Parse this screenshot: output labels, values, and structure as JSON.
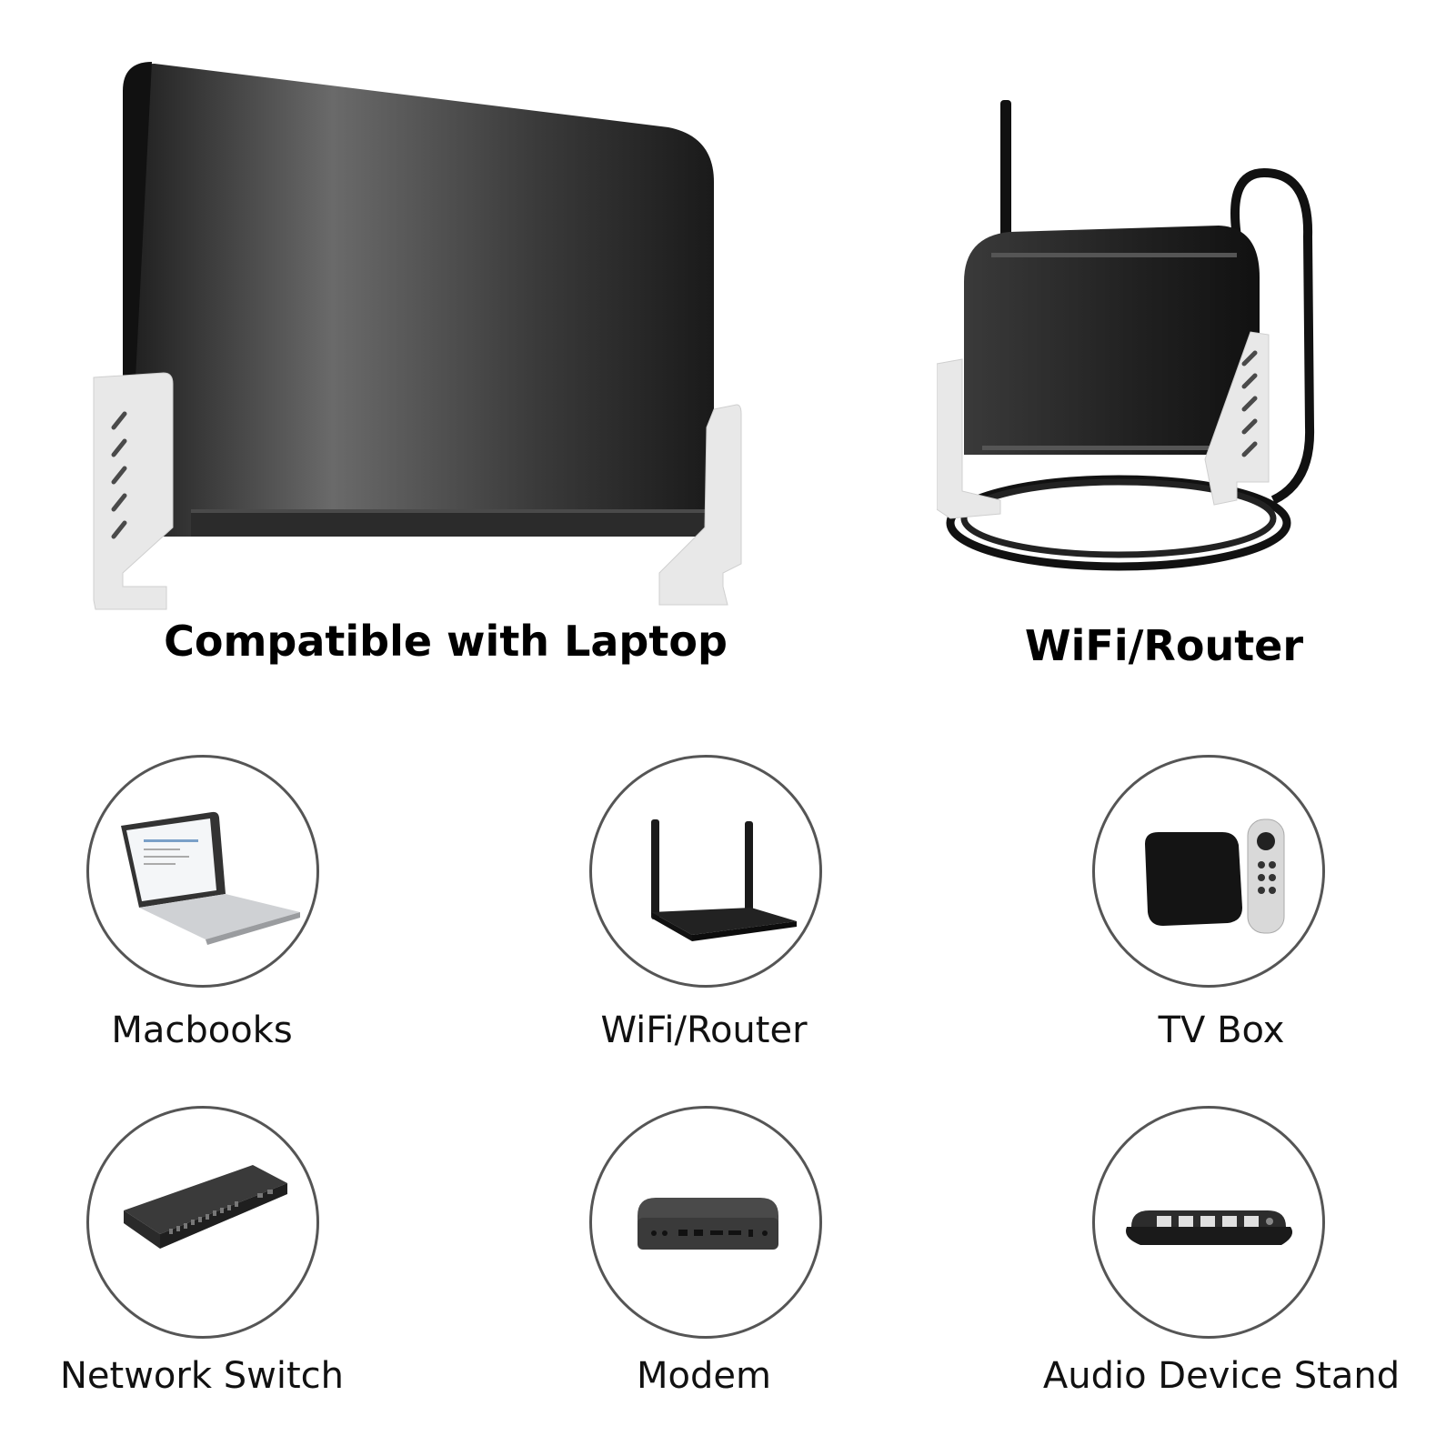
{
  "hero": {
    "laptop_caption": "Compatible with Laptop",
    "router_caption": "WiFi/Router"
  },
  "devices": [
    {
      "label": "Macbooks",
      "icon": "macbook-icon"
    },
    {
      "label": "WiFi/Router",
      "icon": "router-icon"
    },
    {
      "label": "TV Box",
      "icon": "tv-box-icon"
    },
    {
      "label": "Network Switch",
      "icon": "network-switch-icon"
    },
    {
      "label": "Modem",
      "icon": "modem-icon"
    },
    {
      "label": "Audio Device Stand",
      "icon": "audio-device-icon"
    }
  ],
  "colors": {
    "bracket": "#e6e6e6",
    "device_dark": "#2a2a2a",
    "circle_border": "#555555"
  }
}
